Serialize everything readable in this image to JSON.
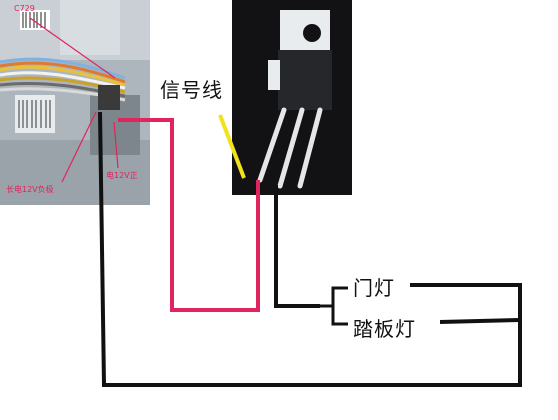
{
  "labels": {
    "c729": "C729",
    "signal": "信号线",
    "constant": "长电12V负极",
    "power": "电12V正",
    "door": "门灯",
    "pedal": "踏板灯"
  },
  "colors": {
    "positive_wire": "#e0245e",
    "ground_wire": "#111111",
    "signal_wire": "#f2e21a",
    "annotation": "#e0245e"
  },
  "components": {
    "transistor": "mosfet-to220-icon",
    "harness": "wire-harness-photo"
  }
}
